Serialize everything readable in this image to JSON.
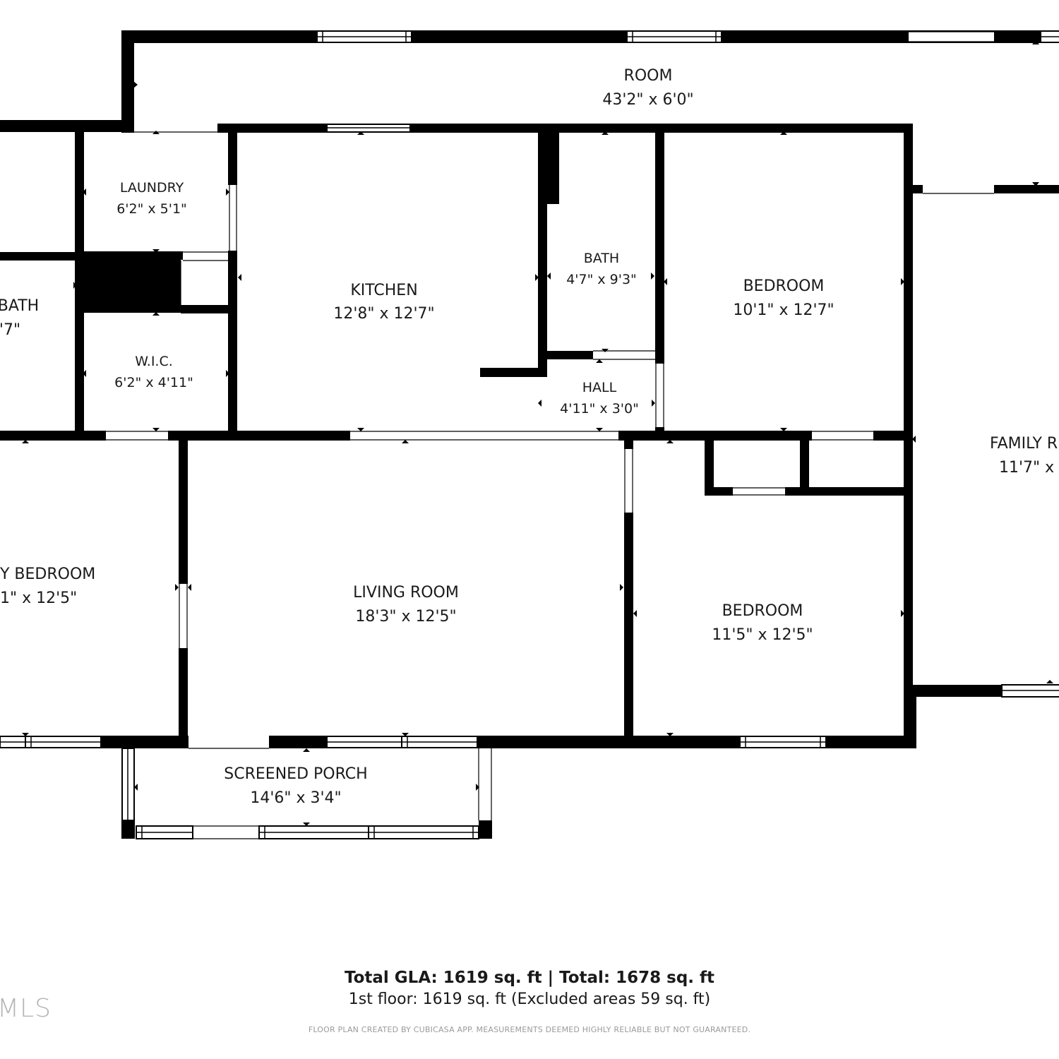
{
  "rooms": [
    {
      "id": "room",
      "name": "ROOM",
      "dims": "43'2\" x 6'0\""
    },
    {
      "id": "laundry",
      "name": "LAUNDRY",
      "dims": "6'2\" x 5'1\""
    },
    {
      "id": "kitchen",
      "name": "KITCHEN",
      "dims": "12'8\" x 12'7\""
    },
    {
      "id": "bath-center",
      "name": "BATH",
      "dims": "4'7\" x 9'3\""
    },
    {
      "id": "bedroom-upper",
      "name": "BEDROOM",
      "dims": "10'1\" x 12'7\""
    },
    {
      "id": "bath-left",
      "name": "BATH",
      "dims": "'7\""
    },
    {
      "id": "wic",
      "name": "W.I.C.",
      "dims": "6'2\" x 4'11\""
    },
    {
      "id": "hall",
      "name": "HALL",
      "dims": "4'11\" x 3'0\""
    },
    {
      "id": "family-room",
      "name": "FAMILY R",
      "dims": "11'7\" x"
    },
    {
      "id": "primary-bedroom",
      "name": "Y BEDROOM",
      "dims": "1\" x 12'5\""
    },
    {
      "id": "living-room",
      "name": "LIVING ROOM",
      "dims": "18'3\" x 12'5\""
    },
    {
      "id": "bedroom-lower",
      "name": "BEDROOM",
      "dims": "11'5\" x 12'5\""
    },
    {
      "id": "screened-porch",
      "name": "SCREENED PORCH",
      "dims": "14'6\" x 3'4\""
    }
  ],
  "summary": {
    "totals": "Total GLA: 1619 sq. ft | Total: 1678 sq. ft",
    "floor": "1st floor: 1619 sq. ft (Excluded areas 59 sq. ft)",
    "disclaimer": "FLOOR PLAN CREATED BY CUBICASA APP. MEASUREMENTS DEEMED HIGHLY RELIABLE BUT NOT GUARANTEED."
  },
  "logo": "MLS"
}
